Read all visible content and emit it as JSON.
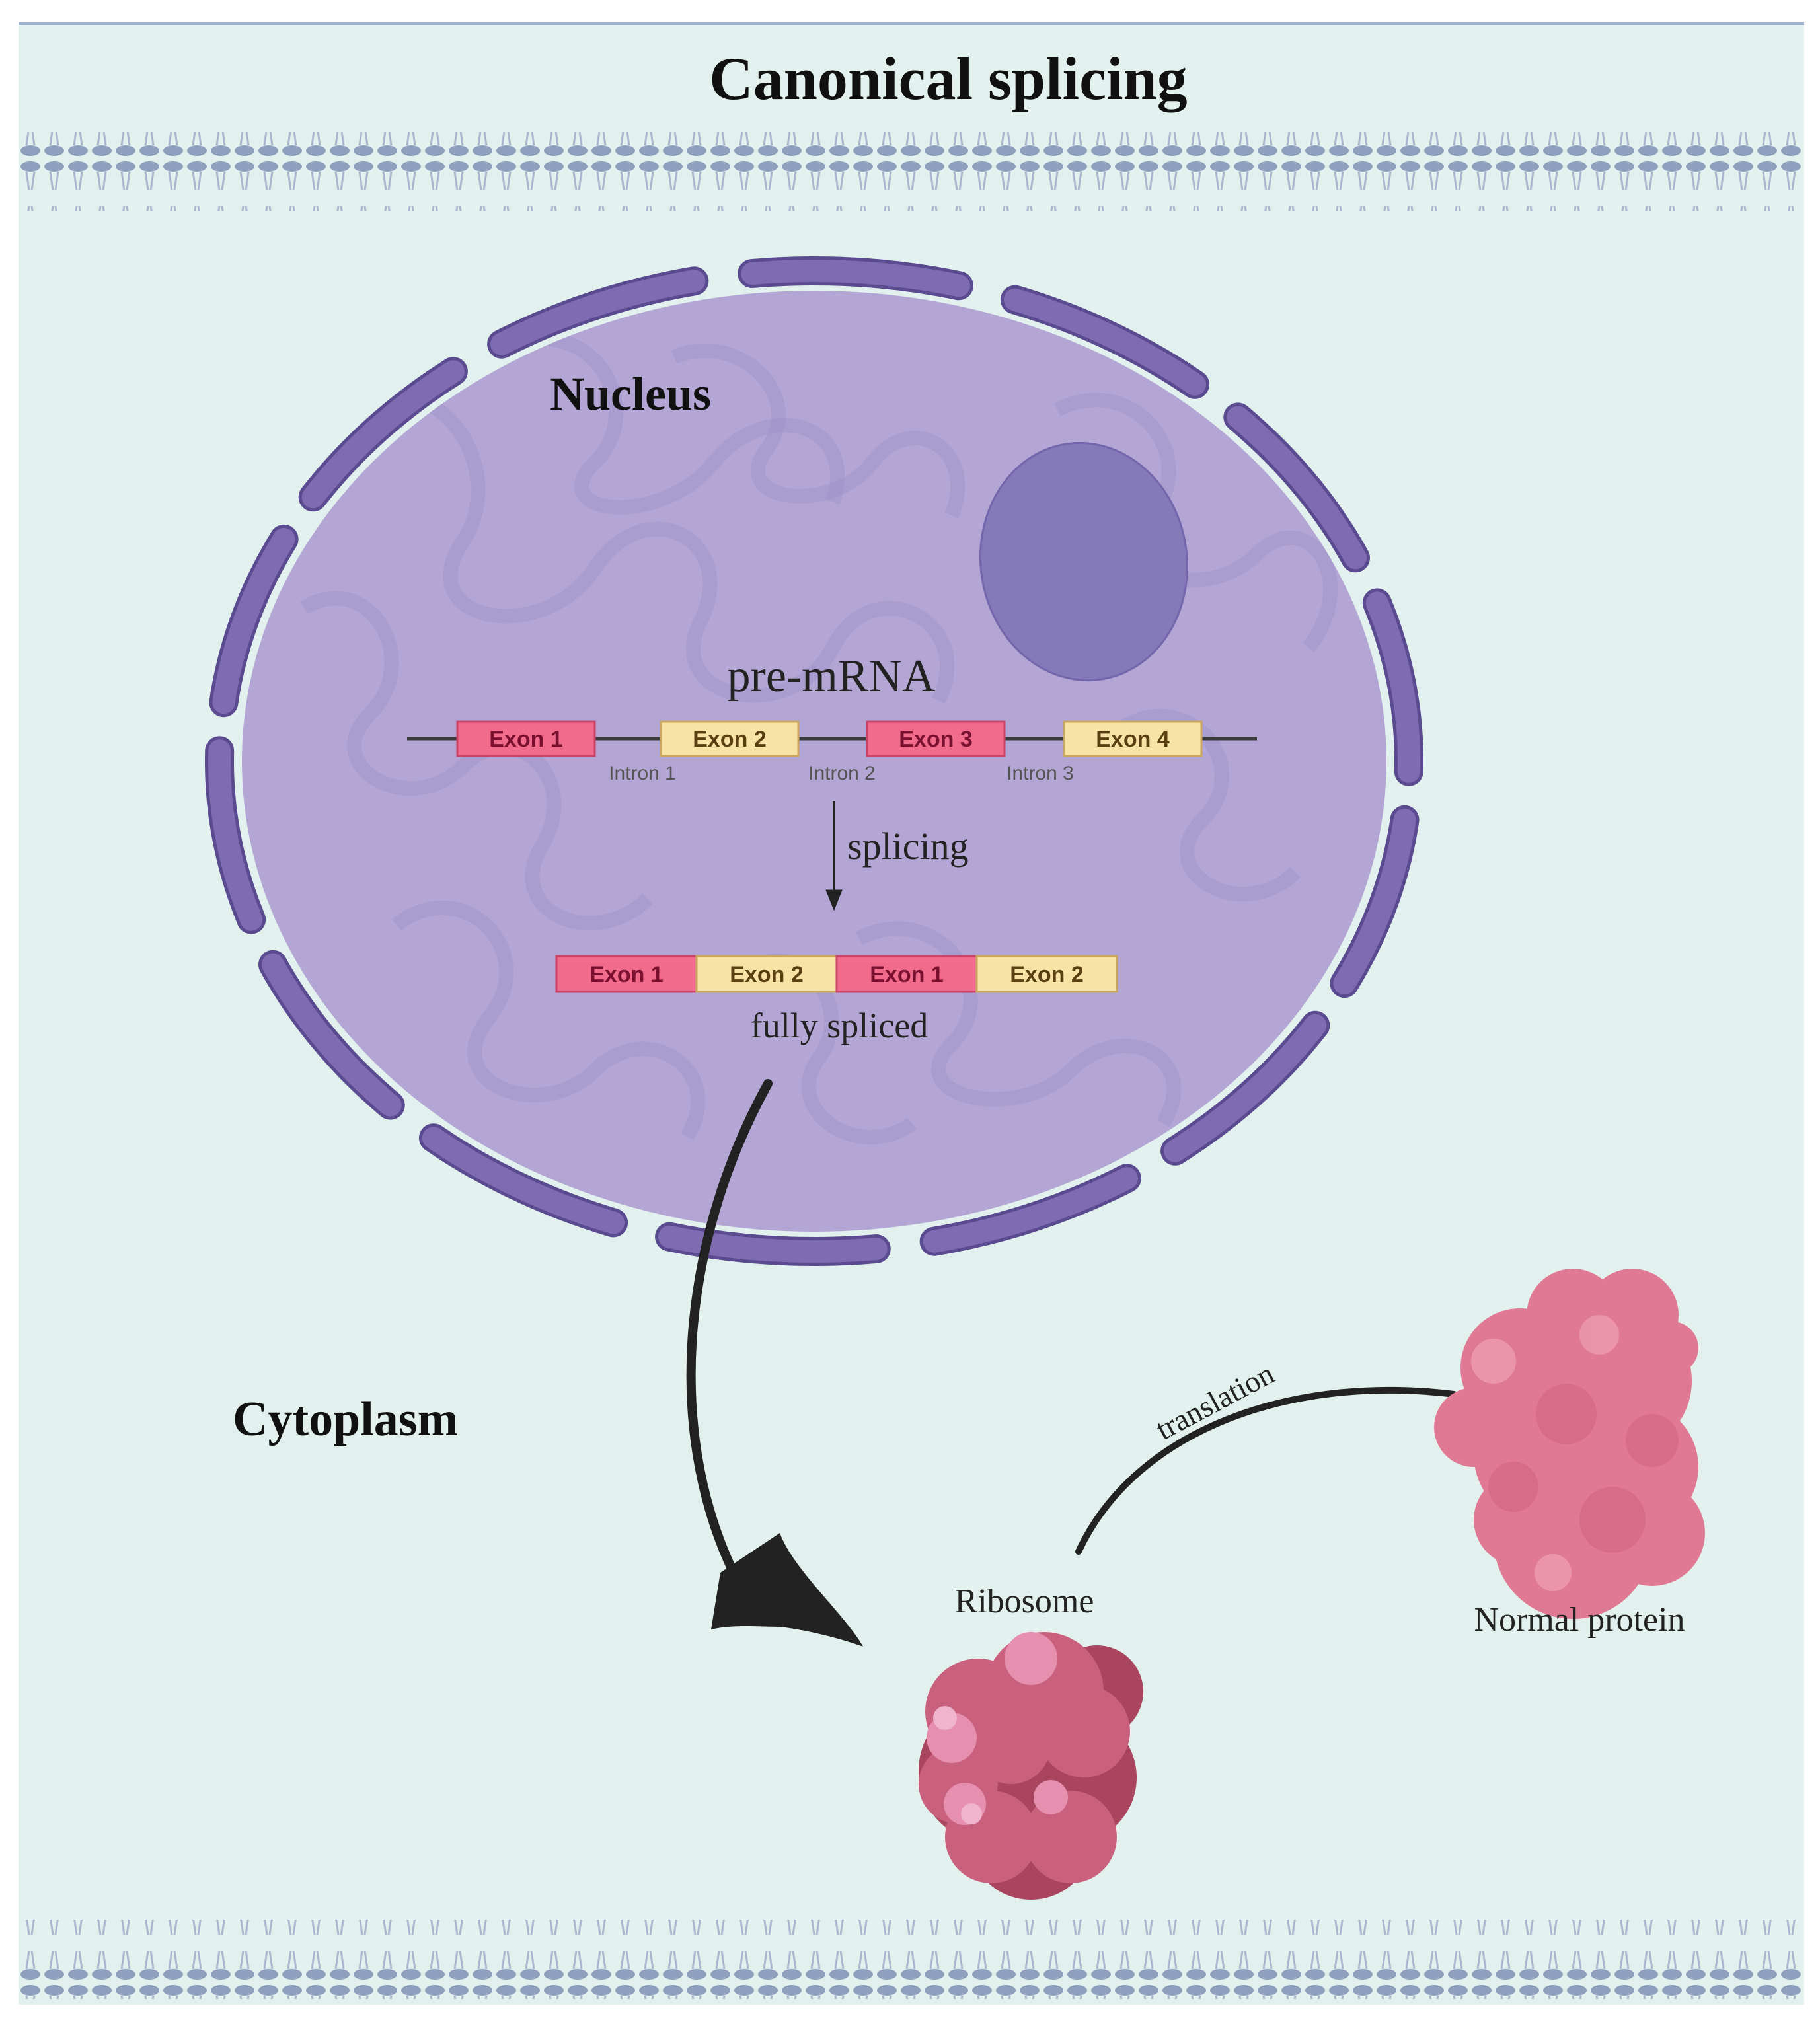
{
  "title": "Canonical splicing",
  "nucleus": {
    "label": "Nucleus",
    "pre_mrna": {
      "label": "pre-mRNA",
      "exons": [
        "Exon 1",
        "Exon 2",
        "Exon 3",
        "Exon 4"
      ],
      "introns": [
        "Intron 1",
        "Intron 2",
        "Intron 3"
      ]
    },
    "splicing_label": "splicing",
    "mature_mrna": {
      "exons": [
        "Exon 1",
        "Exon 2",
        "Exon 1",
        "Exon 2"
      ],
      "label": "fully spliced"
    }
  },
  "cytoplasm_label": "Cytoplasm",
  "ribosome_label": "Ribosome",
  "translation_label": "translation",
  "protein_label": "Normal protein",
  "colors": {
    "background": "#e2f1ee",
    "nucleus_fill": "#b3a6d4",
    "envelope": "#7e6bb1",
    "nucleolus": "#8479b9",
    "exon_pink": "#f06b8c",
    "exon_yellow": "#f7e3a6",
    "ribosome": "#c9607e",
    "protein": "#e07a94",
    "membrane": "#8ea0bd"
  }
}
